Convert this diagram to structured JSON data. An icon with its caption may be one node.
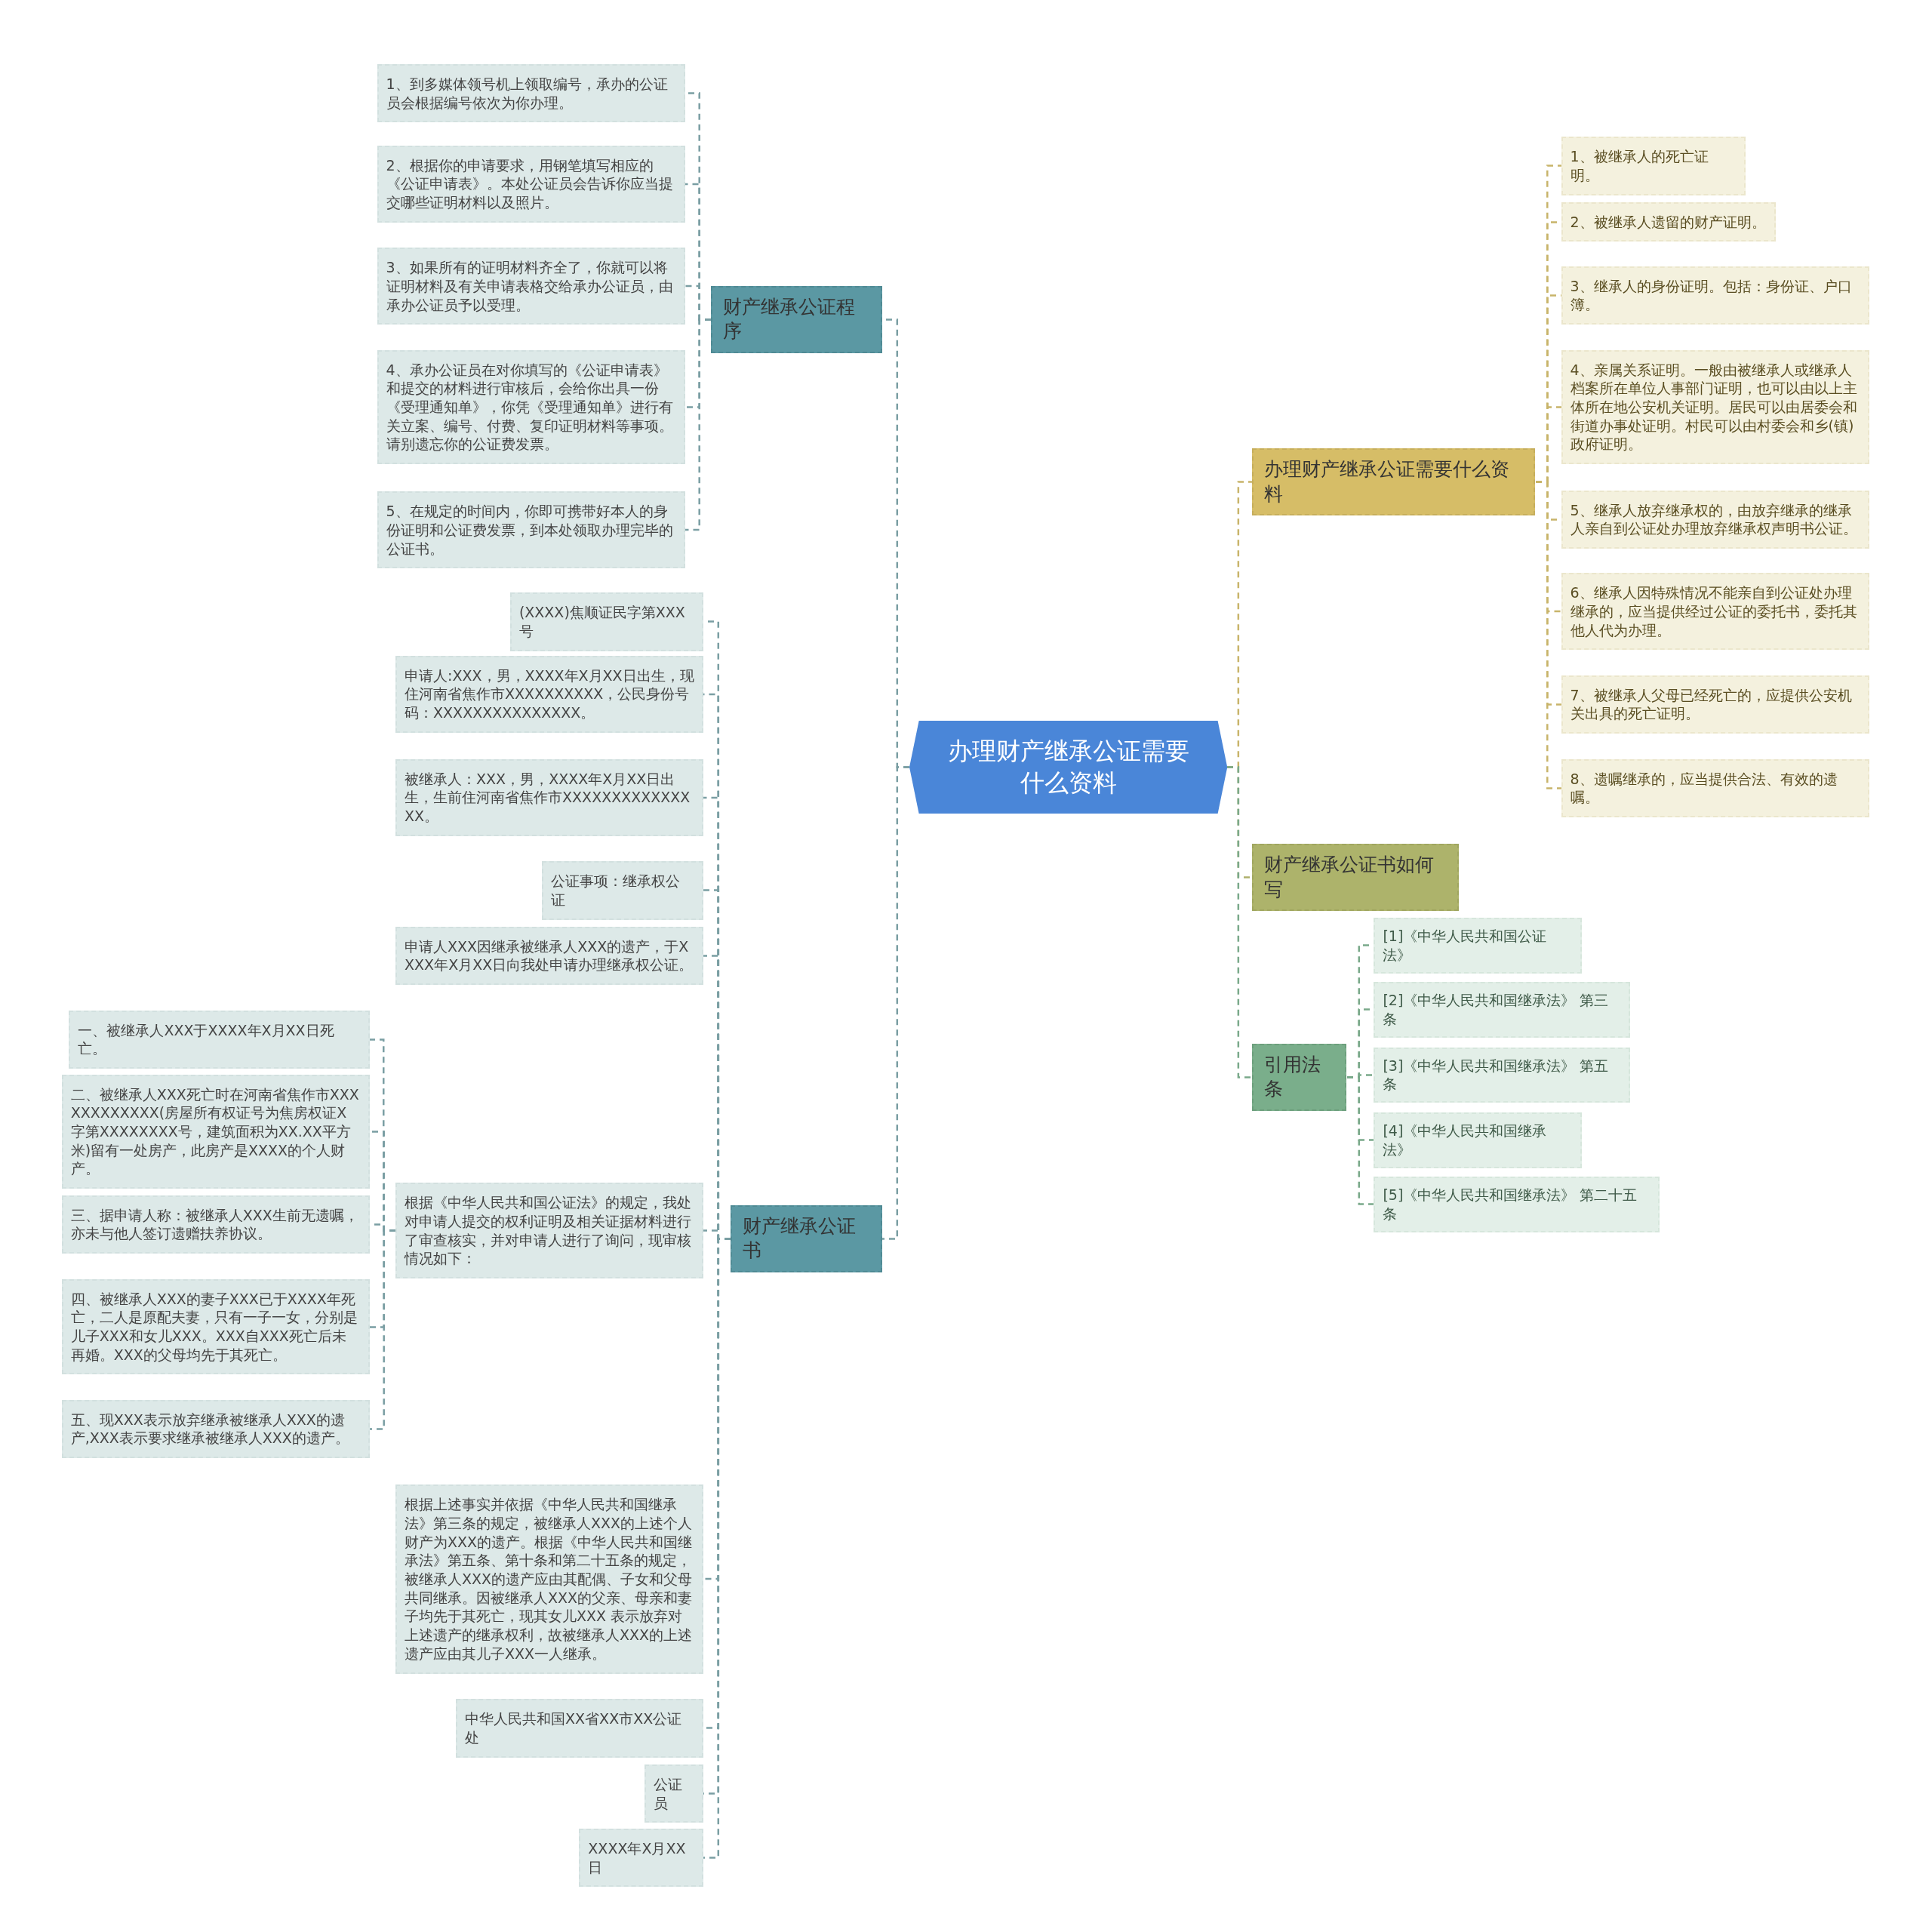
{
  "diagram": {
    "nodes": [
      {
        "text": [
          "办理财产继承公证需要什么资料"
        ]
      },
      {
        "text": [
          "财产继承公证程序"
        ]
      },
      {
        "text": [
          "1、到多媒体领号机上领取编号，承办的公证员会根据编号依次为你办理。"
        ]
      },
      {
        "text": [
          "2、根据你的申请要求，用钢笔填写相应的《公证申请表》。本处公证员会告诉你应当提交哪些证明材料以及照片。"
        ]
      },
      {
        "text": [
          "3、如果所有的证明材料齐全了，你就可以将证明材料及有关申请表格交给承办公证员，由承办公证员予以受理。"
        ]
      },
      {
        "text": [
          "4、承办公证员在对你填写的《公证申请表》和提交的材料进行审核后，会给你出具一份《受理通知单》，你凭《受理通知单》进行有关立案、编号、付费、复印证明材料等事项。请别遗忘你的公证费发票。"
        ]
      },
      {
        "text": [
          "5、在规定的时间内，你即可携带好本人的身份证明和公证费发票，到本处领取办理完毕的公证书。"
        ]
      },
      {
        "text": [
          "财产继承公证书"
        ]
      },
      {
        "text": [
          "(XXXX)焦顺证民字第XXX号"
        ]
      },
      {
        "text": [
          "申请人:XXX，男，XXXX年X月XX日出生，现住河南省焦作市XXXXXXXXXX，公民身份号码：XXXXXXXXXXXXXXX。"
        ]
      },
      {
        "text": [
          "被继承人：XXX，男，XXXX年X月XX日出生，生前住河南省焦作市XXXXXXXXXXXXXXX。"
        ]
      },
      {
        "text": [
          "公证事项：继承权公证"
        ]
      },
      {
        "text": [
          "申请人XXX因继承被继承人XXX的遗产，于XXXX年X月XX日向我处申请办理继承权公证。"
        ]
      },
      {
        "text": [
          "根据《中华人民共和国公证法》的规定，我处对申请人提交的权利证明及相关证据材料进行了审查核实，并对申请人进行了询问，现审核情况如下："
        ]
      },
      {
        "text": [
          "一、被继承人XXX于XXXX年X月XX日死亡。"
        ]
      },
      {
        "text": [
          "二、被继承人XXX死亡时在河南省焦作市XXXXXXXXXXXX(房屋所有权证号为焦房权证X字第XXXXXXXX号，建筑面积为XX.XX平方米)留有一处房产，此房产是XXXX的个人财产。"
        ]
      },
      {
        "text": [
          "三、据申请人称：被继承人XXX生前无遗嘱，亦未与他人签订遗赠扶养协议。"
        ]
      },
      {
        "text": [
          "四、被继承人XXX的妻子XXX已于XXXX年死亡，二人是原配夫妻，只有一子一女，分别是儿子XXX和女儿XXX。XXX自XXX死亡后未再婚。XXX的父母均先于其死亡。"
        ]
      },
      {
        "text": [
          "五、现XXX表示放弃继承被继承人XXX的遗产,XXX表示要求继承被继承人XXX的遗产。"
        ]
      },
      {
        "text": [
          "根据上述事实并依据《中华人民共和国继承法》第三条的规定，被继承人XXX的上述个人财产为XXX的遗产。根据《中华人民共和国继承法》第五条、第十条和第二十五条的规定，被继承人XXX的遗产应由其配偶、子女和父母共同继承。因被继承人XXX的父亲、母亲和妻子均先于其死亡，现其女儿XXX 表示放弃对上述遗产的继承权利，故被继承人XXX的上述遗产应由其儿子XXX一人继承。"
        ]
      },
      {
        "text": [
          "中华人民共和国XX省XX市XX公证处"
        ]
      },
      {
        "text": [
          "公证员"
        ]
      },
      {
        "text": [
          "XXXX年X月XX日"
        ]
      },
      {
        "text": [
          "办理财产继承公证需要什么资料"
        ]
      },
      {
        "text": [
          "1、被继承人的死亡证明。"
        ]
      },
      {
        "text": [
          "2、被继承人遗留的财产证明。"
        ]
      },
      {
        "text": [
          "3、继承人的身份证明。包括：身份证、户口簿。"
        ]
      },
      {
        "text": [
          "4、亲属关系证明。一般由被继承人或继承人档案所在单位人事部门证明，也可以由以上主体所在地公安机关证明。居民可以由居委会和街道办事处证明。村民可以由村委会和乡(镇)政府证明。"
        ]
      },
      {
        "text": [
          "5、继承人放弃继承权的，由放弃继承的继承人亲自到公证处办理放弃继承权声明书公证。"
        ]
      },
      {
        "text": [
          "6、继承人因特殊情况不能亲自到公证处办理继承的，应当提供经过公证的委托书，委托其他人代为办理。"
        ]
      },
      {
        "text": [
          "7、被继承人父母已经死亡的，应提供公安机关出具的死亡证明。"
        ]
      },
      {
        "text": [
          "8、遗嘱继承的，应当提供合法、有效的遗嘱。"
        ]
      },
      {
        "text": [
          "财产继承公证书如何写"
        ]
      },
      {
        "text": [
          "引用法条"
        ]
      },
      {
        "text": [
          "[1]《中华人民共和国公证法》"
        ]
      },
      {
        "text": [
          "[2]《中华人民共和国继承法》 第三条"
        ]
      },
      {
        "text": [
          "[3]《中华人民共和国继承法》 第五条"
        ]
      },
      {
        "text": [
          "[4]《中华人民共和国继承法》"
        ]
      },
      {
        "text": [
          "[5]《中华人民共和国继承法》 第二十五条"
        ]
      }
    ],
    "edges": [
      {
        "from": 0,
        "to": 1,
        "arrow": "none"
      },
      {
        "from": 1,
        "to": 2,
        "arrow": "none"
      },
      {
        "from": 1,
        "to": 3,
        "arrow": "none"
      },
      {
        "from": 1,
        "to": 4,
        "arrow": "none"
      },
      {
        "from": 1,
        "to": 5,
        "arrow": "none"
      },
      {
        "from": 1,
        "to": 6,
        "arrow": "none"
      },
      {
        "from": 0,
        "to": 7,
        "arrow": "none"
      },
      {
        "from": 7,
        "to": 8,
        "arrow": "none"
      },
      {
        "from": 7,
        "to": 9,
        "arrow": "none"
      },
      {
        "from": 7,
        "to": 10,
        "arrow": "none"
      },
      {
        "from": 7,
        "to": 11,
        "arrow": "none"
      },
      {
        "from": 7,
        "to": 12,
        "arrow": "none"
      },
      {
        "from": 7,
        "to": 13,
        "arrow": "none"
      },
      {
        "from": 13,
        "to": 14,
        "arrow": "none"
      },
      {
        "from": 13,
        "to": 15,
        "arrow": "none"
      },
      {
        "from": 13,
        "to": 16,
        "arrow": "none"
      },
      {
        "from": 13,
        "to": 17,
        "arrow": "none"
      },
      {
        "from": 13,
        "to": 18,
        "arrow": "none"
      },
      {
        "from": 7,
        "to": 19,
        "arrow": "none"
      },
      {
        "from": 7,
        "to": 20,
        "arrow": "none"
      },
      {
        "from": 7,
        "to": 21,
        "arrow": "none"
      },
      {
        "from": 7,
        "to": 22,
        "arrow": "none"
      },
      {
        "from": 0,
        "to": 23,
        "arrow": "none",
        "color": "#c8b46a"
      },
      {
        "from": 23,
        "to": 24,
        "arrow": "none",
        "color": "#c8b46a"
      },
      {
        "from": 23,
        "to": 25,
        "arrow": "none",
        "color": "#c8b46a"
      },
      {
        "from": 23,
        "to": 26,
        "arrow": "none",
        "color": "#c8b46a"
      },
      {
        "from": 23,
        "to": 27,
        "arrow": "none",
        "color": "#c8b46a"
      },
      {
        "from": 23,
        "to": 28,
        "arrow": "none",
        "color": "#c8b46a"
      },
      {
        "from": 23,
        "to": 29,
        "arrow": "none",
        "color": "#c8b46a"
      },
      {
        "from": 23,
        "to": 30,
        "arrow": "none",
        "color": "#c8b46a"
      },
      {
        "from": 23,
        "to": 31,
        "arrow": "none",
        "color": "#c8b46a"
      },
      {
        "from": 0,
        "to": 32,
        "arrow": "none",
        "color": "#aeb06c"
      },
      {
        "from": 0,
        "to": 33,
        "arrow": "none",
        "color": "#7aa98a"
      },
      {
        "from": 33,
        "to": 34,
        "arrow": "none",
        "color": "#7aa98a"
      },
      {
        "from": 33,
        "to": 35,
        "arrow": "none",
        "color": "#7aa98a"
      },
      {
        "from": 33,
        "to": 36,
        "arrow": "none",
        "color": "#7aa98a"
      },
      {
        "from": 33,
        "to": 37,
        "arrow": "none",
        "color": "#7aa98a"
      },
      {
        "from": 33,
        "to": 38,
        "arrow": "none",
        "color": "#7aa98a"
      }
    ]
  }
}
